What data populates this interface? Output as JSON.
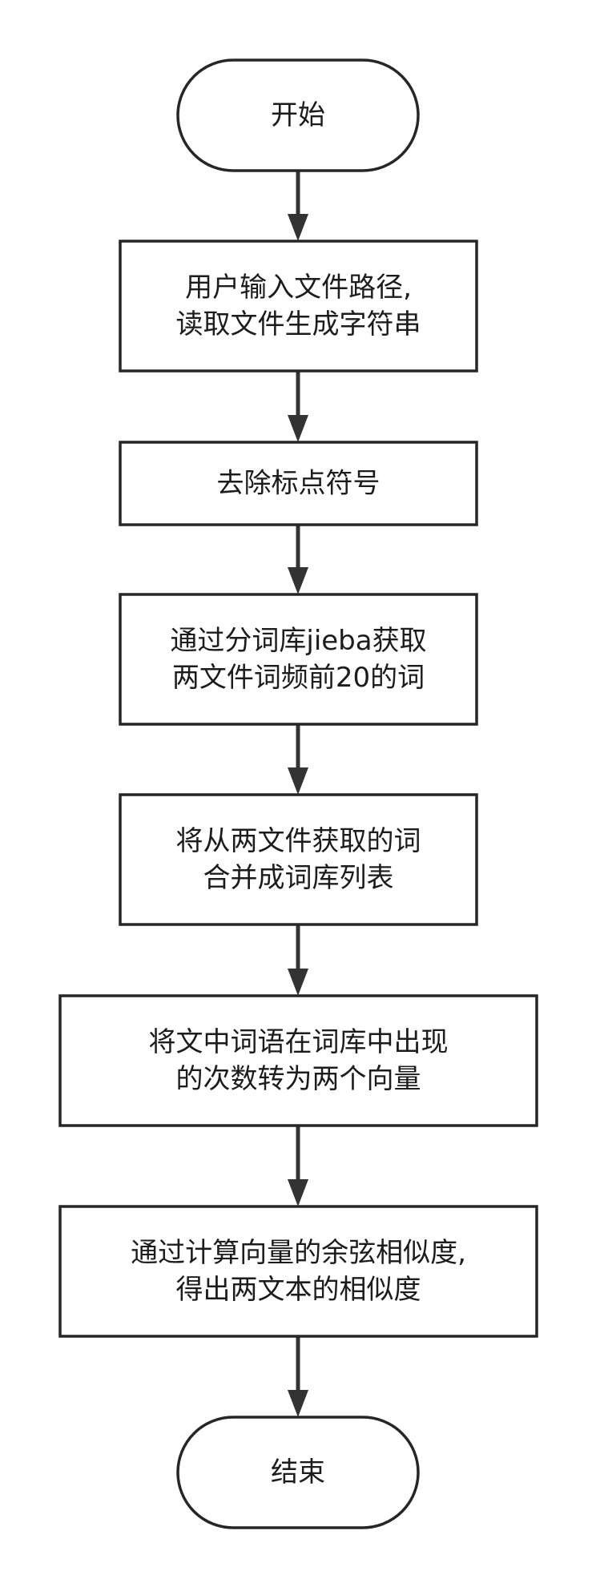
{
  "diagram": {
    "nodes": [
      {
        "id": "start",
        "kind": "terminal",
        "lines": [
          "开始"
        ]
      },
      {
        "id": "read-file",
        "kind": "process",
        "lines": [
          "用户输入文件路径,",
          "读取文件生成字符串"
        ]
      },
      {
        "id": "remove-punct",
        "kind": "process",
        "lines": [
          "去除标点符号"
        ]
      },
      {
        "id": "jieba-top20",
        "kind": "process",
        "lines": [
          "通过分词库jieba获取",
          "两文件词频前20的词"
        ]
      },
      {
        "id": "merge-vocab",
        "kind": "process",
        "lines": [
          "将从两文件获取的词",
          "合并成词库列表"
        ]
      },
      {
        "id": "vectorize",
        "kind": "process",
        "lines": [
          "将文中词语在词库中出现",
          "的次数转为两个向量"
        ]
      },
      {
        "id": "cosine",
        "kind": "process",
        "lines": [
          "通过计算向量的余弦相似度,",
          "得出两文本的相似度"
        ]
      },
      {
        "id": "end",
        "kind": "terminal",
        "lines": [
          "结束"
        ]
      }
    ],
    "edges": [
      {
        "from": "start",
        "to": "read-file"
      },
      {
        "from": "read-file",
        "to": "remove-punct"
      },
      {
        "from": "remove-punct",
        "to": "jieba-top20"
      },
      {
        "from": "jieba-top20",
        "to": "merge-vocab"
      },
      {
        "from": "merge-vocab",
        "to": "vectorize"
      },
      {
        "from": "vectorize",
        "to": "cosine"
      },
      {
        "from": "cosine",
        "to": "end"
      }
    ],
    "colors": {
      "node_stroke": "#262626",
      "node_fill": "#ffffff",
      "edge": "#333333",
      "text": "#1c1c1c"
    }
  }
}
